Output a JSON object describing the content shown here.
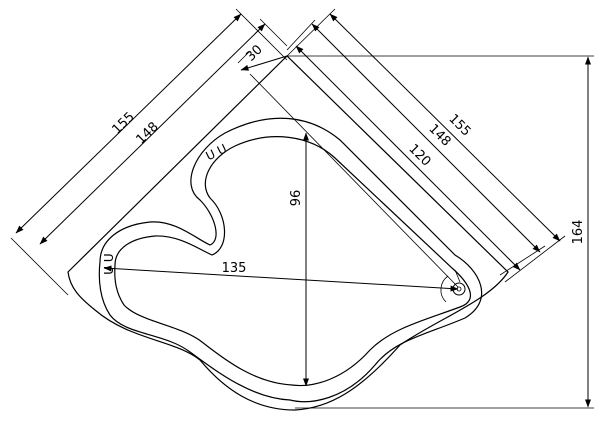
{
  "dimensions": {
    "left_outer": "155",
    "left_inner": "148",
    "back_offset": "30",
    "right_outer": "155",
    "right_inner": "148",
    "right_basin": "120",
    "width": "135",
    "depth": "96",
    "height": "164"
  },
  "tub_marks": {
    "upper": "U U",
    "left": "U U"
  },
  "colors": {
    "line": "#000000",
    "background": "#ffffff"
  }
}
